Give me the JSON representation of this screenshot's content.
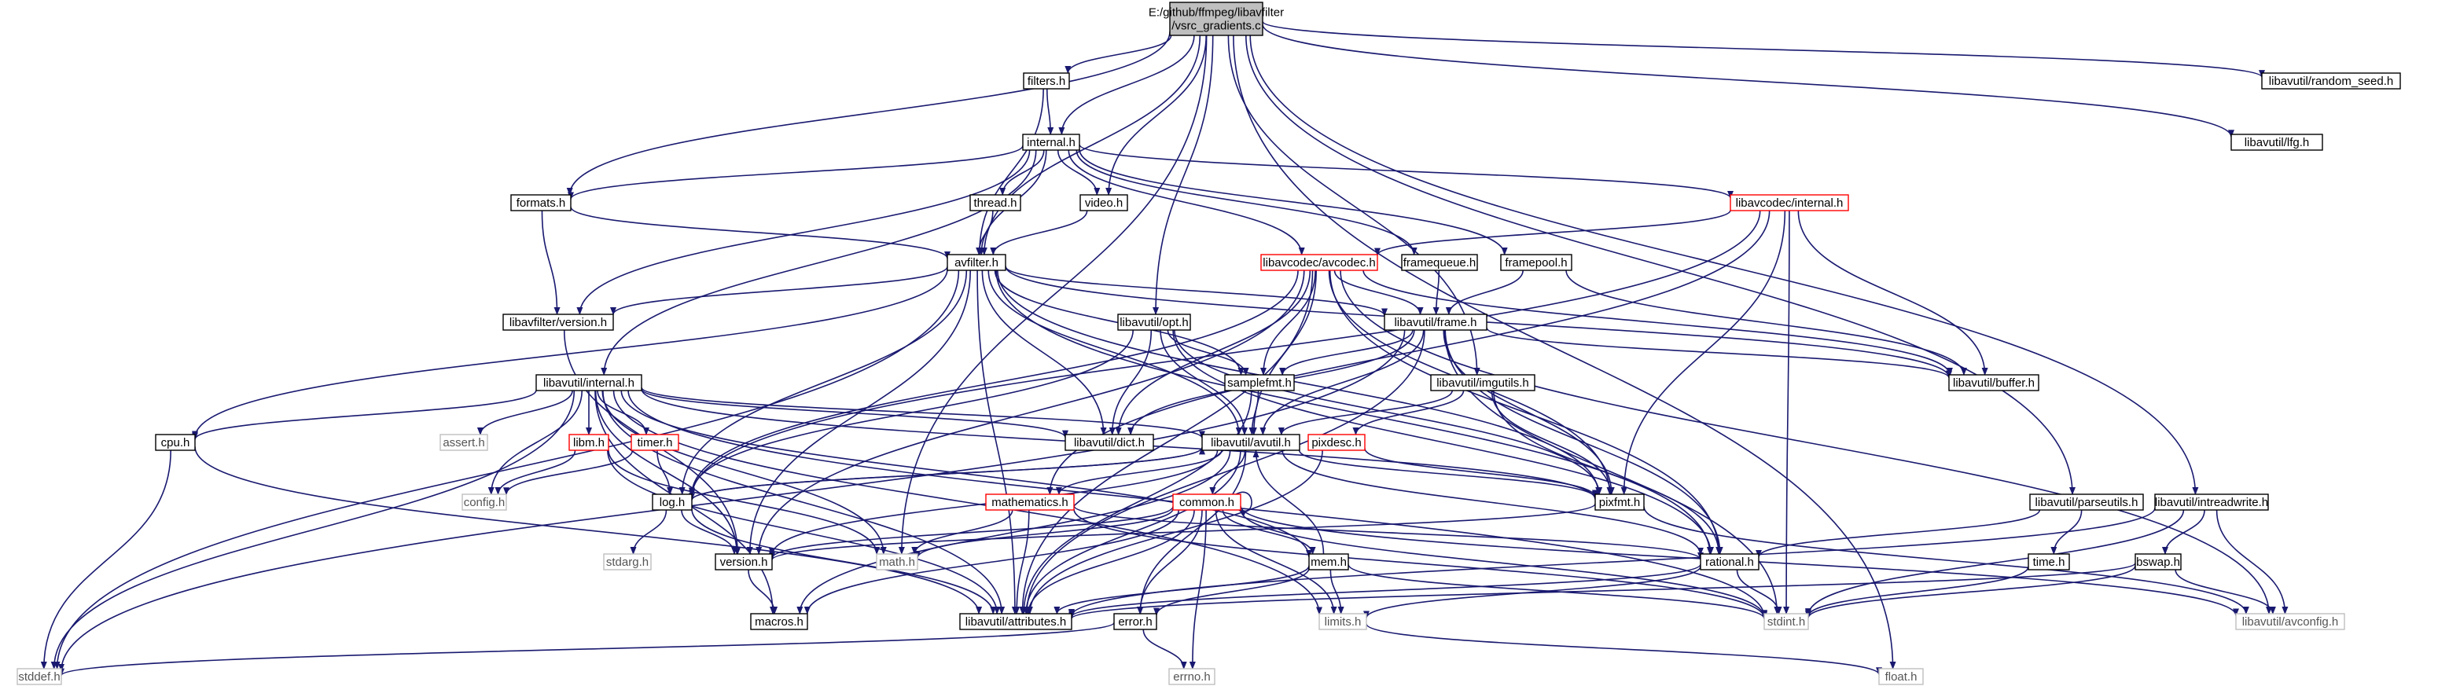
{
  "graph": {
    "colors": {
      "edge": "#191970",
      "default_border": "#000000",
      "missing_border": "#ff0000",
      "system_border": "#bfbfbf",
      "root_fill": "#bfbfbf",
      "node_fill": "#ffffff",
      "text": "#000000",
      "system_text": "#555555"
    },
    "nodes": [
      {
        "id": "root",
        "label": [
          "E:/github/ffmpeg/libavfilter",
          "/vsrc_gradients.c"
        ],
        "style": "root"
      },
      {
        "id": "filters",
        "label": [
          "filters.h"
        ],
        "style": "normal"
      },
      {
        "id": "internal",
        "label": [
          "internal.h"
        ],
        "style": "normal"
      },
      {
        "id": "random_seed",
        "label": [
          "libavutil/random_seed.h"
        ],
        "style": "normal"
      },
      {
        "id": "lfg",
        "label": [
          "libavutil/lfg.h"
        ],
        "style": "normal"
      },
      {
        "id": "formats",
        "label": [
          "formats.h"
        ],
        "style": "normal"
      },
      {
        "id": "thread",
        "label": [
          "thread.h"
        ],
        "style": "normal"
      },
      {
        "id": "video",
        "label": [
          "video.h"
        ],
        "style": "normal"
      },
      {
        "id": "lavc_internal",
        "label": [
          "libavcodec/internal.h"
        ],
        "style": "missing"
      },
      {
        "id": "avfilter",
        "label": [
          "avfilter.h"
        ],
        "style": "normal"
      },
      {
        "id": "avcodec",
        "label": [
          "libavcodec/avcodec.h"
        ],
        "style": "missing"
      },
      {
        "id": "framequeue",
        "label": [
          "framequeue.h"
        ],
        "style": "normal"
      },
      {
        "id": "framepool",
        "label": [
          "framepool.h"
        ],
        "style": "normal"
      },
      {
        "id": "lavfi_version",
        "label": [
          "libavfilter/version.h"
        ],
        "style": "normal"
      },
      {
        "id": "opt",
        "label": [
          "libavutil/opt.h"
        ],
        "style": "normal"
      },
      {
        "id": "frame",
        "label": [
          "libavutil/frame.h"
        ],
        "style": "normal"
      },
      {
        "id": "lavu_internal",
        "label": [
          "libavutil/internal.h"
        ],
        "style": "normal"
      },
      {
        "id": "samplefmt",
        "label": [
          "samplefmt.h"
        ],
        "style": "normal"
      },
      {
        "id": "imgutils",
        "label": [
          "libavutil/imgutils.h"
        ],
        "style": "normal"
      },
      {
        "id": "buffer",
        "label": [
          "libavutil/buffer.h"
        ],
        "style": "normal"
      },
      {
        "id": "cpu",
        "label": [
          "cpu.h"
        ],
        "style": "normal"
      },
      {
        "id": "assert",
        "label": [
          "assert.h"
        ],
        "style": "system"
      },
      {
        "id": "libm",
        "label": [
          "libm.h"
        ],
        "style": "missing"
      },
      {
        "id": "timer",
        "label": [
          "timer.h"
        ],
        "style": "missing"
      },
      {
        "id": "dict",
        "label": [
          "libavutil/dict.h"
        ],
        "style": "normal"
      },
      {
        "id": "avutil",
        "label": [
          "libavutil/avutil.h"
        ],
        "style": "normal"
      },
      {
        "id": "pixdesc",
        "label": [
          "pixdesc.h"
        ],
        "style": "missing"
      },
      {
        "id": "parseutils",
        "label": [
          "libavutil/parseutils.h"
        ],
        "style": "normal"
      },
      {
        "id": "intreadwrite",
        "label": [
          "libavutil/intreadwrite.h"
        ],
        "style": "normal"
      },
      {
        "id": "config",
        "label": [
          "config.h"
        ],
        "style": "system"
      },
      {
        "id": "log",
        "label": [
          "log.h"
        ],
        "style": "normal"
      },
      {
        "id": "mathematics",
        "label": [
          "mathematics.h"
        ],
        "style": "missing"
      },
      {
        "id": "common",
        "label": [
          "common.h"
        ],
        "style": "missing"
      },
      {
        "id": "pixfmt",
        "label": [
          "pixfmt.h"
        ],
        "style": "normal"
      },
      {
        "id": "rational",
        "label": [
          "rational.h"
        ],
        "style": "normal"
      },
      {
        "id": "time",
        "label": [
          "time.h"
        ],
        "style": "normal"
      },
      {
        "id": "bswap",
        "label": [
          "bswap.h"
        ],
        "style": "normal"
      },
      {
        "id": "stdarg",
        "label": [
          "stdarg.h"
        ],
        "style": "system"
      },
      {
        "id": "version",
        "label": [
          "version.h"
        ],
        "style": "normal"
      },
      {
        "id": "math",
        "label": [
          "math.h"
        ],
        "style": "system"
      },
      {
        "id": "mem",
        "label": [
          "mem.h"
        ],
        "style": "normal"
      },
      {
        "id": "macros",
        "label": [
          "macros.h"
        ],
        "style": "normal"
      },
      {
        "id": "attributes",
        "label": [
          "libavutil/attributes.h"
        ],
        "style": "normal"
      },
      {
        "id": "error",
        "label": [
          "error.h"
        ],
        "style": "normal"
      },
      {
        "id": "limits",
        "label": [
          "limits.h"
        ],
        "style": "system"
      },
      {
        "id": "stdint",
        "label": [
          "stdint.h"
        ],
        "style": "system"
      },
      {
        "id": "avconfig",
        "label": [
          "libavutil/avconfig.h"
        ],
        "style": "system"
      },
      {
        "id": "stddef",
        "label": [
          "stddef.h"
        ],
        "style": "system"
      },
      {
        "id": "errno",
        "label": [
          "errno.h"
        ],
        "style": "system"
      },
      {
        "id": "float",
        "label": [
          "float.h"
        ],
        "style": "system"
      }
    ],
    "edges": [
      [
        "root",
        "filters"
      ],
      [
        "root",
        "internal"
      ],
      [
        "root",
        "formats"
      ],
      [
        "root",
        "video"
      ],
      [
        "root",
        "avfilter"
      ],
      [
        "root",
        "opt"
      ],
      [
        "root",
        "imgutils"
      ],
      [
        "root",
        "random_seed"
      ],
      [
        "root",
        "lfg"
      ],
      [
        "root",
        "intreadwrite"
      ],
      [
        "root",
        "parseutils"
      ],
      [
        "root",
        "math"
      ],
      [
        "root",
        "float"
      ],
      [
        "filters",
        "internal"
      ],
      [
        "filters",
        "avfilter"
      ],
      [
        "internal",
        "formats"
      ],
      [
        "internal",
        "thread"
      ],
      [
        "internal",
        "video"
      ],
      [
        "internal",
        "avfilter"
      ],
      [
        "internal",
        "lavc_internal"
      ],
      [
        "internal",
        "avcodec"
      ],
      [
        "internal",
        "framequeue"
      ],
      [
        "internal",
        "framepool"
      ],
      [
        "internal",
        "lavfi_version"
      ],
      [
        "internal",
        "lavu_internal"
      ],
      [
        "formats",
        "avfilter"
      ],
      [
        "formats",
        "lavfi_version"
      ],
      [
        "thread",
        "avfilter"
      ],
      [
        "video",
        "avfilter"
      ],
      [
        "lavc_internal",
        "avcodec"
      ],
      [
        "lavc_internal",
        "buffer"
      ],
      [
        "lavc_internal",
        "pixfmt"
      ],
      [
        "lavc_internal",
        "stdint"
      ],
      [
        "lavc_internal",
        "mathematics"
      ],
      [
        "lavc_internal",
        "log"
      ],
      [
        "avfilter",
        "lavfi_version"
      ],
      [
        "avfilter",
        "frame"
      ],
      [
        "avfilter",
        "samplefmt"
      ],
      [
        "avfilter",
        "dict"
      ],
      [
        "avfilter",
        "avutil"
      ],
      [
        "avfilter",
        "log"
      ],
      [
        "avfilter",
        "pixfmt"
      ],
      [
        "avfilter",
        "rational"
      ],
      [
        "avfilter",
        "attributes"
      ],
      [
        "avfilter",
        "buffer"
      ],
      [
        "avfilter",
        "stddef"
      ],
      [
        "avfilter",
        "version"
      ],
      [
        "avfilter",
        "cpu"
      ],
      [
        "avcodec",
        "frame"
      ],
      [
        "avcodec",
        "samplefmt"
      ],
      [
        "avcodec",
        "dict"
      ],
      [
        "avcodec",
        "avutil"
      ],
      [
        "avcodec",
        "log"
      ],
      [
        "avcodec",
        "pixfmt"
      ],
      [
        "avcodec",
        "rational"
      ],
      [
        "avcodec",
        "attributes"
      ],
      [
        "avcodec",
        "buffer"
      ],
      [
        "avcodec",
        "version"
      ],
      [
        "avcodec",
        "avconfig"
      ],
      [
        "framequeue",
        "frame"
      ],
      [
        "framepool",
        "frame"
      ],
      [
        "framepool",
        "buffer"
      ],
      [
        "lavfi_version",
        "version"
      ],
      [
        "opt",
        "samplefmt"
      ],
      [
        "opt",
        "dict"
      ],
      [
        "opt",
        "avutil"
      ],
      [
        "opt",
        "log"
      ],
      [
        "opt",
        "pixfmt"
      ],
      [
        "opt",
        "rational"
      ],
      [
        "frame",
        "buffer"
      ],
      [
        "frame",
        "dict"
      ],
      [
        "frame",
        "avutil"
      ],
      [
        "frame",
        "samplefmt"
      ],
      [
        "frame",
        "pixfmt"
      ],
      [
        "frame",
        "rational"
      ],
      [
        "frame",
        "stdint"
      ],
      [
        "frame",
        "stddef"
      ],
      [
        "frame",
        "attributes"
      ],
      [
        "lavu_internal",
        "cpu"
      ],
      [
        "lavu_internal",
        "assert"
      ],
      [
        "lavu_internal",
        "libm"
      ],
      [
        "lavu_internal",
        "timer"
      ],
      [
        "lavu_internal",
        "config"
      ],
      [
        "lavu_internal",
        "dict"
      ],
      [
        "lavu_internal",
        "pixfmt"
      ],
      [
        "lavu_internal",
        "avutil"
      ],
      [
        "lavu_internal",
        "attributes"
      ],
      [
        "lavu_internal",
        "macros"
      ],
      [
        "lavu_internal",
        "version"
      ],
      [
        "lavu_internal",
        "stdint"
      ],
      [
        "lavu_internal",
        "stddef"
      ],
      [
        "lavu_internal",
        "limits"
      ],
      [
        "lavu_internal",
        "mem"
      ],
      [
        "lavu_internal",
        "math"
      ],
      [
        "samplefmt",
        "avutil"
      ],
      [
        "samplefmt",
        "attributes"
      ],
      [
        "imgutils",
        "avutil"
      ],
      [
        "imgutils",
        "pixdesc"
      ],
      [
        "imgutils",
        "pixfmt"
      ],
      [
        "imgutils",
        "rational"
      ],
      [
        "cpu",
        "stddef"
      ],
      [
        "cpu",
        "attributes"
      ],
      [
        "libm",
        "config"
      ],
      [
        "libm",
        "attributes"
      ],
      [
        "libm",
        "math"
      ],
      [
        "libm",
        "intfloat"
      ],
      [
        "timer",
        "config"
      ],
      [
        "timer",
        "log"
      ],
      [
        "avutil",
        "common"
      ],
      [
        "avutil",
        "error"
      ],
      [
        "avutil",
        "version"
      ],
      [
        "avutil",
        "macros"
      ],
      [
        "avutil",
        "mathematics"
      ],
      [
        "avutil",
        "rational"
      ],
      [
        "avutil",
        "log"
      ],
      [
        "avutil",
        "pixfmt"
      ],
      [
        "avutil",
        "attributes"
      ],
      [
        "pixdesc",
        "pixfmt"
      ],
      [
        "pixdesc",
        "attributes"
      ],
      [
        "parseutils",
        "rational"
      ],
      [
        "parseutils",
        "time"
      ],
      [
        "intreadwrite",
        "bswap"
      ],
      [
        "intreadwrite",
        "avconfig"
      ],
      [
        "intreadwrite",
        "attributes"
      ],
      [
        "intreadwrite",
        "stdint"
      ],
      [
        "log",
        "stdarg"
      ],
      [
        "log",
        "avutil"
      ],
      [
        "log",
        "attributes"
      ],
      [
        "log",
        "version"
      ],
      [
        "mathematics",
        "stdint"
      ],
      [
        "mathematics",
        "math"
      ],
      [
        "mathematics",
        "attributes"
      ],
      [
        "mathematics",
        "rational"
      ],
      [
        "mathematics",
        "intfloat"
      ],
      [
        "common",
        "common"
      ],
      [
        "common",
        "error"
      ],
      [
        "common",
        "macros"
      ],
      [
        "common",
        "version"
      ],
      [
        "common",
        "avconfig"
      ],
      [
        "common",
        "math"
      ],
      [
        "common",
        "mem"
      ],
      [
        "common",
        "limits"
      ],
      [
        "common",
        "stdint"
      ],
      [
        "common",
        "attributes"
      ],
      [
        "common",
        "errno"
      ],
      [
        "pixfmt",
        "version"
      ],
      [
        "pixfmt",
        "avconfig"
      ],
      [
        "rational",
        "stdint"
      ],
      [
        "rational",
        "limits"
      ],
      [
        "rational",
        "attributes"
      ],
      [
        "time",
        "stdint"
      ],
      [
        "bswap",
        "stdint"
      ],
      [
        "bswap",
        "avconfig"
      ],
      [
        "bswap",
        "attributes"
      ],
      [
        "mem",
        "error"
      ],
      [
        "mem",
        "limits"
      ],
      [
        "mem",
        "stdint"
      ],
      [
        "mem",
        "avutil"
      ],
      [
        "mem",
        "attributes"
      ],
      [
        "error",
        "errno"
      ],
      [
        "error",
        "stddef"
      ],
      [
        "limits",
        "float"
      ],
      [
        "version",
        "macros"
      ]
    ]
  }
}
